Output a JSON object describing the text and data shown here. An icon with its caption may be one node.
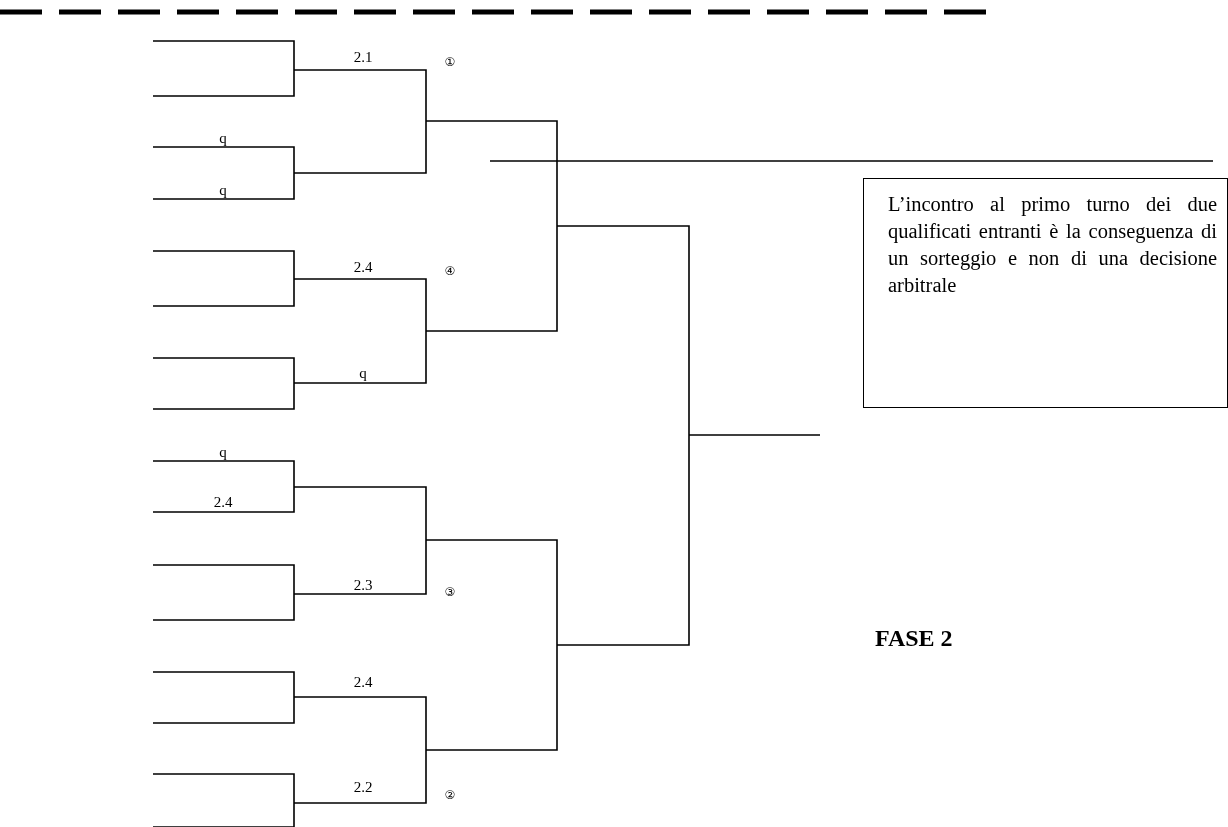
{
  "diagram": {
    "nodes": [
      {
        "text": [
          "L’incontro al primo turno dei due qualificati entranti è la conseguenza di un sorteggio e non di una decisione arbitrale"
        ]
      }
    ],
    "labels": [
      "2.1",
      "①",
      "q",
      "q",
      "2.4",
      "④",
      "q",
      "q",
      "2.4",
      "2.3",
      "③",
      "2.4",
      "2.2",
      "②",
      "FASE 2"
    ]
  }
}
